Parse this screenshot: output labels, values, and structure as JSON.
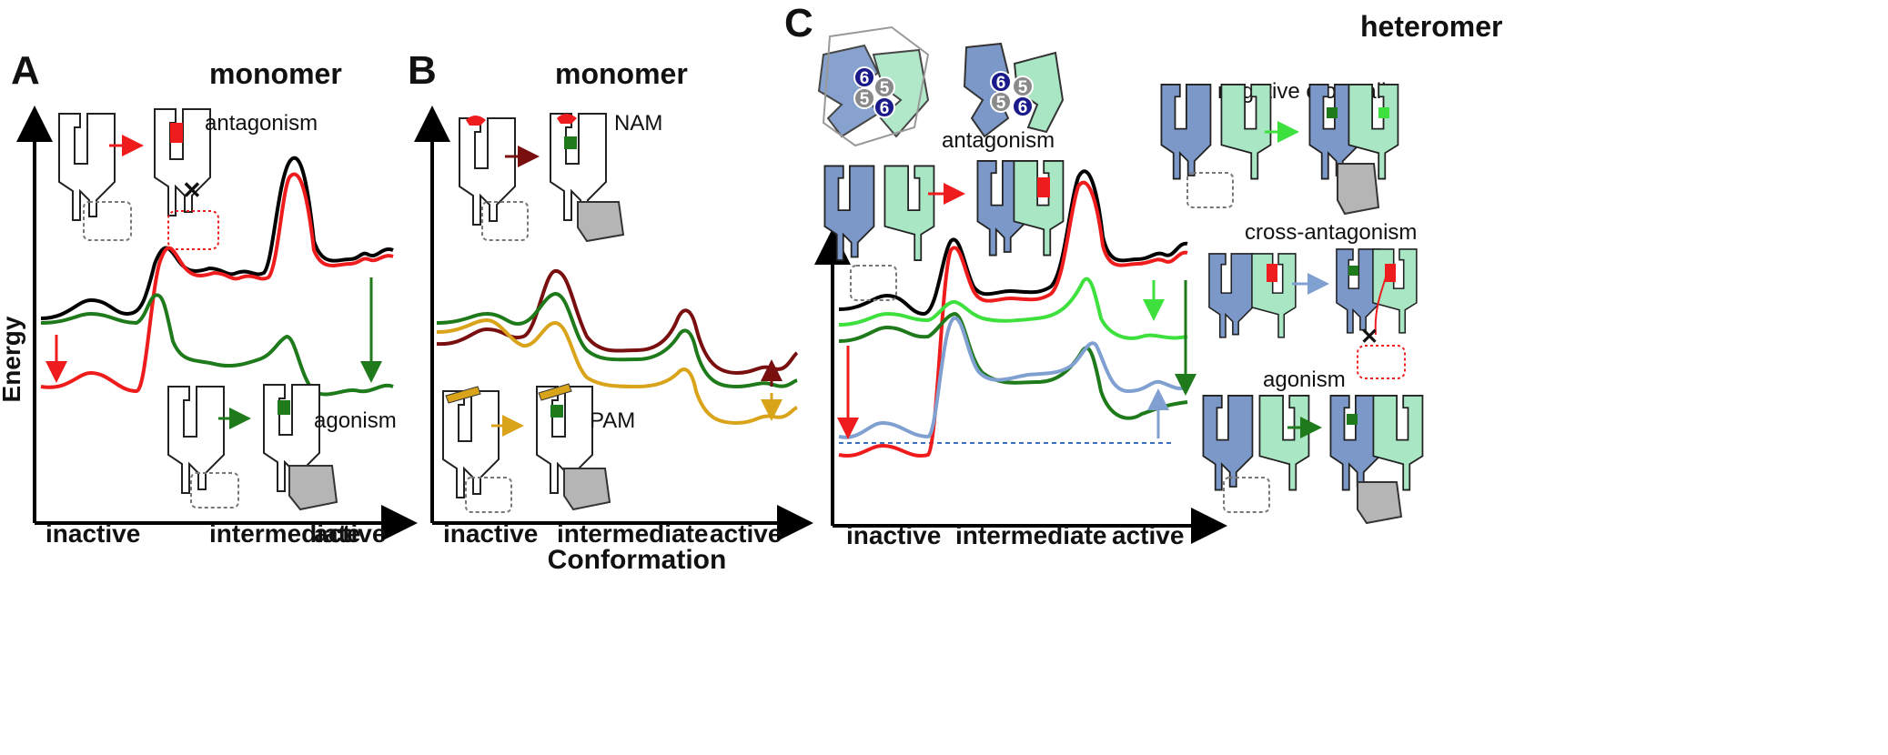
{
  "panels": {
    "a": {
      "letter": "A",
      "title": "monomer",
      "labels": {
        "antagonism": "antagonism",
        "agonism": "agonism"
      }
    },
    "b": {
      "letter": "B",
      "title": "monomer",
      "labels": {
        "nam": "NAM",
        "pam": "PAM"
      }
    },
    "c": {
      "letter": "C",
      "title": "heteromer",
      "labels": {
        "antagonism": "antagonism",
        "negative_crosstalk": "negative crosstalk",
        "cross_antagonism": "cross-antagonism",
        "agonism": "agonism"
      },
      "badges": {
        "six": "6",
        "five": "5"
      }
    }
  },
  "axes": {
    "y_label": "Energy",
    "x_label": "Conformation",
    "x_ticks": {
      "inactive": "inactive",
      "intermediate": "intermediate",
      "active": "active"
    }
  },
  "colors": {
    "receptor_blue": "#7b98c9",
    "receptor_green": "#a8e6c4",
    "g_protein": "#b5b5b5",
    "black_curve": "#000000",
    "red_curve": "#ee1c1c",
    "green_curve": "#1e7a1a",
    "lime_curve": "#3ee03e",
    "light_blue_curve": "#7fa0d0",
    "maroon_curve": "#7a0f10",
    "gold_curve": "#d9a31a",
    "badge_six": "#1a1a8a",
    "badge_five": "#8a8a8a"
  }
}
